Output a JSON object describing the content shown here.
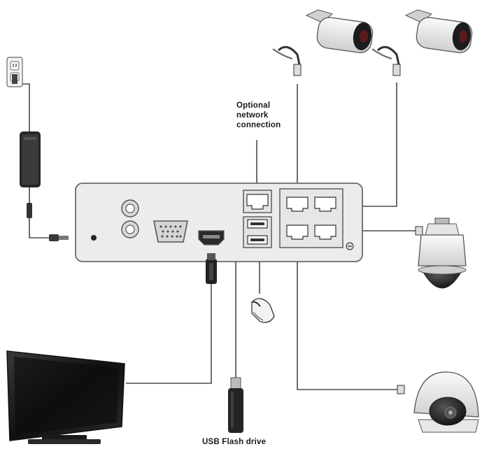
{
  "labels": {
    "network": [
      "Optional",
      "network",
      "connection"
    ],
    "usb_drive": "USB Flash drive"
  },
  "devices": {
    "nvr": "nvr-recorder",
    "power": "power-adapter",
    "outlet": "wall-outlet",
    "monitor": "tv-monitor",
    "usb": "usb-flash-drive",
    "mouse": "usb-mouse",
    "cameras": [
      "bullet-camera",
      "bullet-camera",
      "ptz-dome-camera",
      "dome-camera"
    ]
  },
  "colors": {
    "line": "#4a4a4a",
    "device_body": "#ededed",
    "device_stroke": "#6b6b6b",
    "dark": "#1e1e1e"
  }
}
